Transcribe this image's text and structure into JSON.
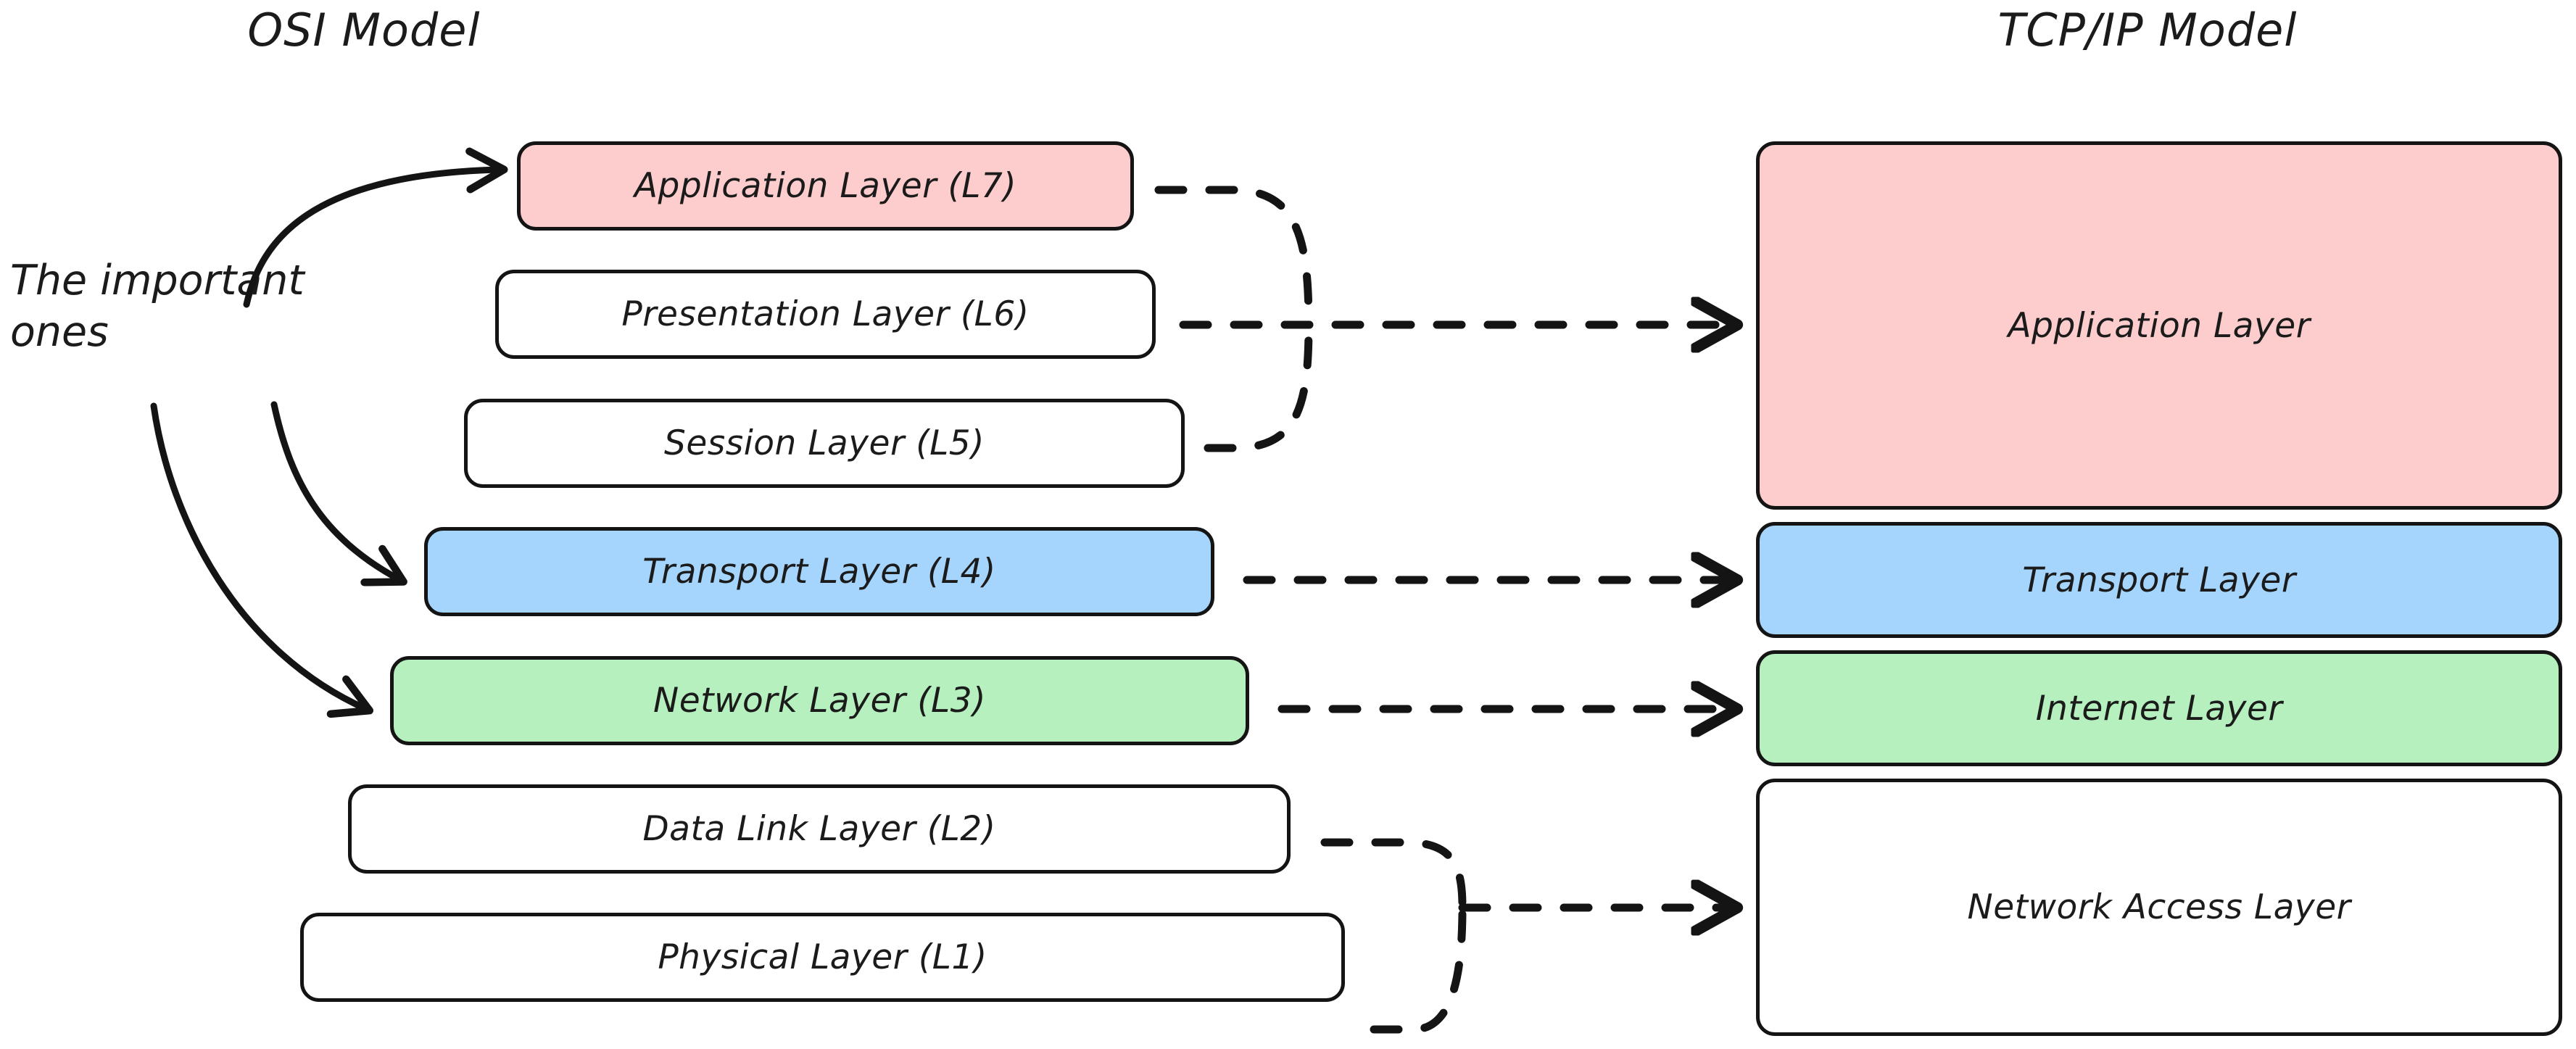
{
  "diagram": {
    "title_left": "OSI Model",
    "title_right": "TCP/IP Model",
    "annotation": "The important\nones",
    "colors": {
      "pink": "#FDCDCD",
      "blue": "#A5D5FC",
      "green": "#B6F0BE",
      "white": "#FFFFFF",
      "stroke": "#141414",
      "text": "#1B1B1B",
      "background": "#FFFFFF"
    }
  },
  "osi": {
    "heading": "OSI Model",
    "layers": [
      {
        "label": "Application Layer (L7)",
        "fill": "pink",
        "highlighted": true,
        "level": "L7"
      },
      {
        "label": "Presentation Layer (L6)",
        "fill": "white",
        "highlighted": false,
        "level": "L6"
      },
      {
        "label": "Session Layer (L5)",
        "fill": "white",
        "highlighted": false,
        "level": "L5"
      },
      {
        "label": "Transport Layer (L4)",
        "fill": "blue",
        "highlighted": true,
        "level": "L4"
      },
      {
        "label": "Network Layer (L3)",
        "fill": "green",
        "highlighted": true,
        "level": "L3"
      },
      {
        "label": "Data Link Layer (L2)",
        "fill": "white",
        "highlighted": false,
        "level": "L2"
      },
      {
        "label": "Physical Layer (L1)",
        "fill": "white",
        "highlighted": false,
        "level": "L1"
      }
    ]
  },
  "tcpip": {
    "heading": "TCP/IP Model",
    "layers": [
      {
        "label": "Application Layer",
        "fill": "pink"
      },
      {
        "label": "Transport Layer",
        "fill": "blue"
      },
      {
        "label": "Internet Layer",
        "fill": "green"
      },
      {
        "label": "Network Access Layer",
        "fill": "white"
      }
    ]
  },
  "annotation": {
    "text": "The important\nones",
    "line1": "The important",
    "line2": "ones",
    "points_to": [
      "Application Layer (L7)",
      "Transport Layer (L4)",
      "Network Layer (L3)"
    ]
  },
  "mappings": [
    {
      "from": [
        "Application Layer (L7)",
        "Presentation Layer (L6)",
        "Session Layer (L5)"
      ],
      "to": "Application Layer",
      "style": "dashed-merge"
    },
    {
      "from": [
        "Transport Layer (L4)"
      ],
      "to": "Transport Layer",
      "style": "dashed"
    },
    {
      "from": [
        "Network Layer (L3)"
      ],
      "to": "Internet Layer",
      "style": "dashed"
    },
    {
      "from": [
        "Data Link Layer (L2)",
        "Physical Layer (L1)"
      ],
      "to": "Network Access Layer",
      "style": "dashed-merge"
    }
  ]
}
